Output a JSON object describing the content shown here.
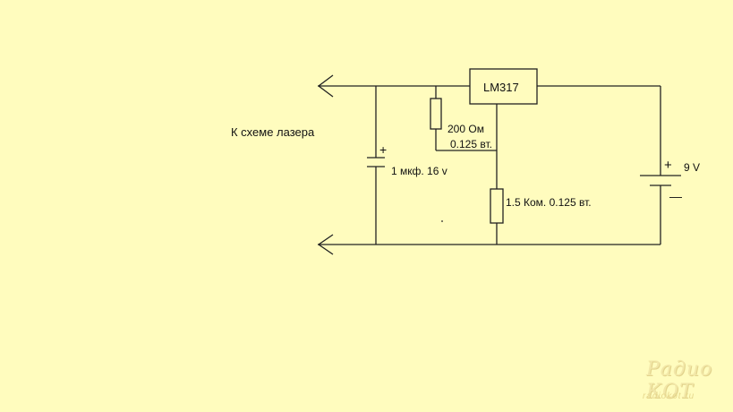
{
  "labels": {
    "output_note": "К схеме лазера",
    "regulator": "LM317",
    "r1_value": "200 Ом",
    "r1_power": "0.125 вт.",
    "capacitor": "1 мкф. 16 v",
    "r2": "1.5 Ком. 0.125 вт.",
    "battery": "9 V",
    "cap_polarity": "+",
    "battery_plus": "+",
    "battery_minus": "—"
  },
  "watermark": {
    "brand": "Радио КОТ",
    "url": "radiokot.ru"
  },
  "colors": {
    "background": "#FFFCBE",
    "wire": "#222222",
    "regulator_fill": "#FFFCBE"
  }
}
